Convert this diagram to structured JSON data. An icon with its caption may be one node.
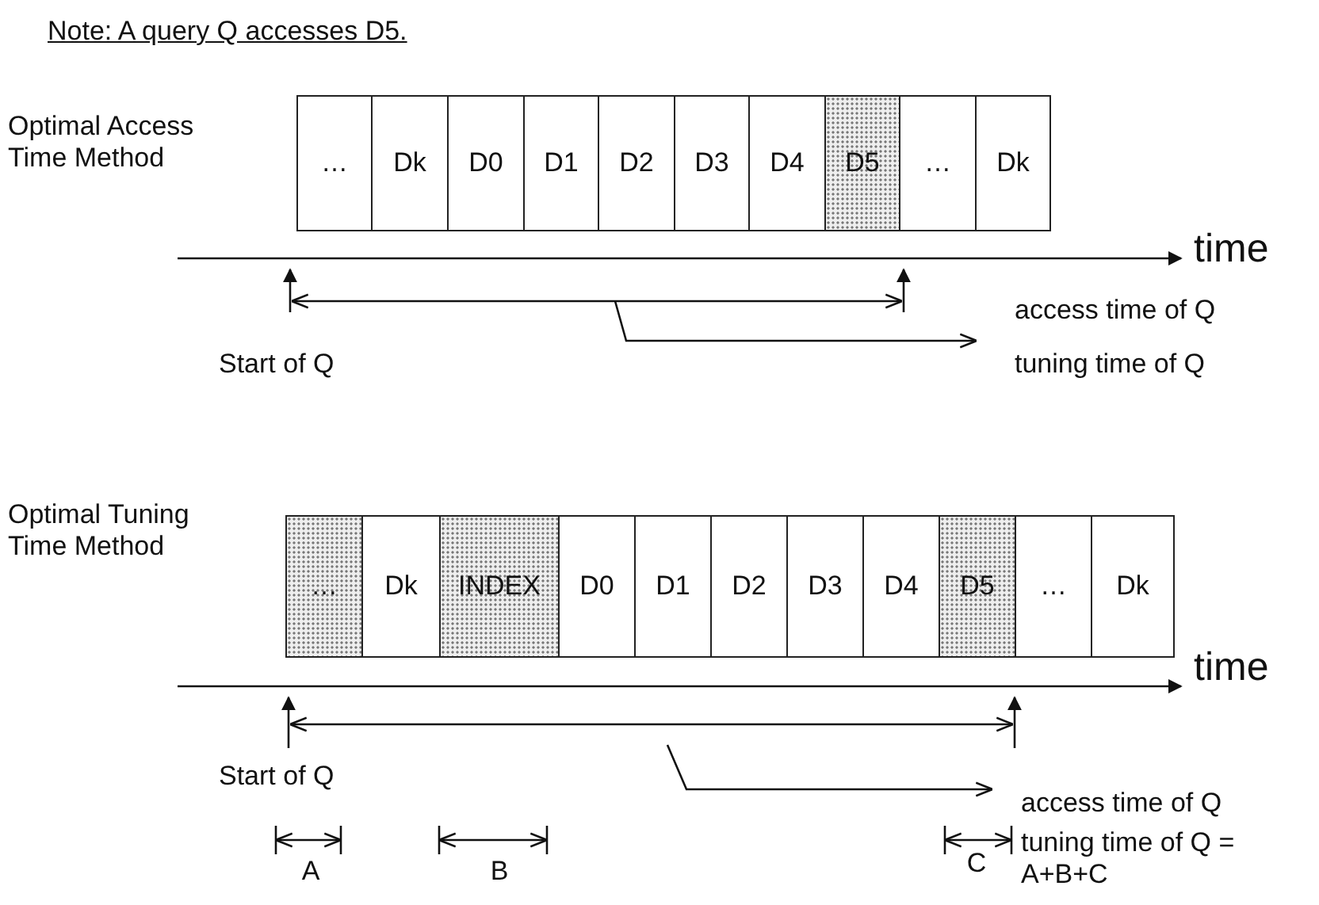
{
  "diagram": {
    "title": "Note: A query Q accesses D5.",
    "nodes": [
      {
        "text": [
          "…"
        ]
      },
      {
        "text": [
          "Dk"
        ]
      },
      {
        "text": [
          "D0"
        ]
      },
      {
        "text": [
          "D1"
        ]
      },
      {
        "text": [
          "D2"
        ]
      },
      {
        "text": [
          "D3"
        ]
      },
      {
        "text": [
          "D4"
        ]
      },
      {
        "text": [
          "D5"
        ]
      },
      {
        "text": [
          "…"
        ]
      },
      {
        "text": [
          "Dk"
        ]
      },
      {
        "text": [
          "…"
        ]
      },
      {
        "text": [
          "Dk"
        ]
      },
      {
        "text": [
          "INDEX"
        ]
      },
      {
        "text": [
          "D0"
        ]
      },
      {
        "text": [
          "D1"
        ]
      },
      {
        "text": [
          "D2"
        ]
      },
      {
        "text": [
          "D3"
        ]
      },
      {
        "text": [
          "D4"
        ]
      },
      {
        "text": [
          "D5"
        ]
      },
      {
        "text": [
          "…"
        ]
      },
      {
        "text": [
          "Dk"
        ]
      }
    ],
    "edges": [],
    "labels": [
      "Optimal Access Time Method",
      "time",
      "access time of Q",
      "tuning time of Q",
      "Start of Q",
      "Optimal Tuning Time Method",
      "time",
      "Start of Q",
      "access time of Q",
      "tuning time of Q = A+B+C",
      "A",
      "B",
      "C"
    ]
  }
}
